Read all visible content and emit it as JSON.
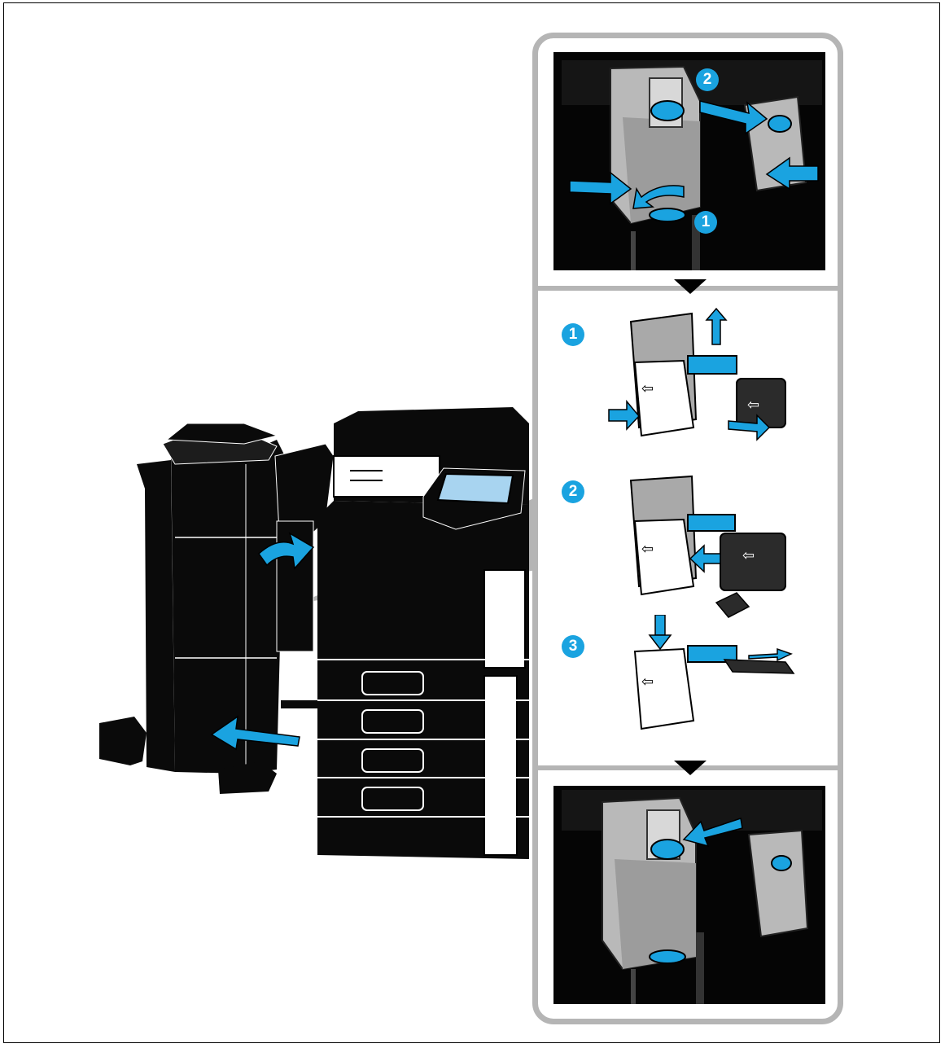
{
  "steps": {
    "photo_top": [
      "1",
      "2"
    ],
    "cartridge_steps": [
      "1",
      "2",
      "3"
    ]
  },
  "colors": {
    "accent": "#1aa3e0",
    "callout_gray": "#b5b5b5",
    "machine": "#0a0a0a"
  },
  "icons": [
    "arrow-left-glyph",
    "down-arrow",
    "stripe-arrow"
  ]
}
